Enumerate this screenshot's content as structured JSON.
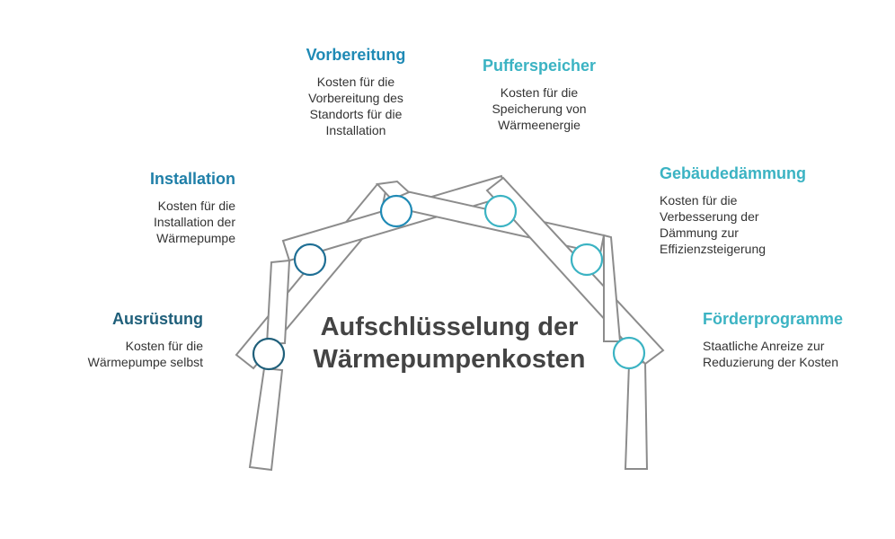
{
  "title": "Aufschlüsselung der Wärmepumpenkosten",
  "colors": {
    "frame_stroke": "#8c8c8c",
    "dark_teal": "#1f5f7a",
    "blue": "#1f8ab5",
    "cyan": "#3bb3c3",
    "text": "#333333"
  },
  "items": [
    {
      "id": "ausruestung",
      "title": "Ausrüstung",
      "desc_lines": [
        "Kosten für die",
        "Wärmepumpe selbst"
      ],
      "color": "#1f5f7a"
    },
    {
      "id": "installation",
      "title": "Installation",
      "desc_lines": [
        "Kosten für die",
        "Installation der",
        "Wärmepumpe"
      ],
      "color": "#1f7fa8"
    },
    {
      "id": "vorbereitung",
      "title": "Vorbereitung",
      "desc_lines": [
        "Kosten für die",
        "Vorbereitung des",
        "Standorts für die",
        "Installation"
      ],
      "color": "#1f8ab5"
    },
    {
      "id": "pufferspeicher",
      "title": "Pufferspeicher",
      "desc_lines": [
        "Kosten für die",
        "Speicherung von",
        "Wärmeenergie"
      ],
      "color": "#3bb3c3"
    },
    {
      "id": "gebaeudedaemmung",
      "title": "Gebäudedämmung",
      "desc_lines": [
        "Kosten für die",
        "Verbesserung der",
        "Dämmung zur",
        "Effizienzsteigerung"
      ],
      "color": "#3bb3c3"
    },
    {
      "id": "foerderprogramme",
      "title": "Förderprogramme",
      "desc_lines": [
        "Staatliche Anreize zur",
        "Reduzierung der Kosten"
      ],
      "color": "#3bb3c3"
    }
  ]
}
